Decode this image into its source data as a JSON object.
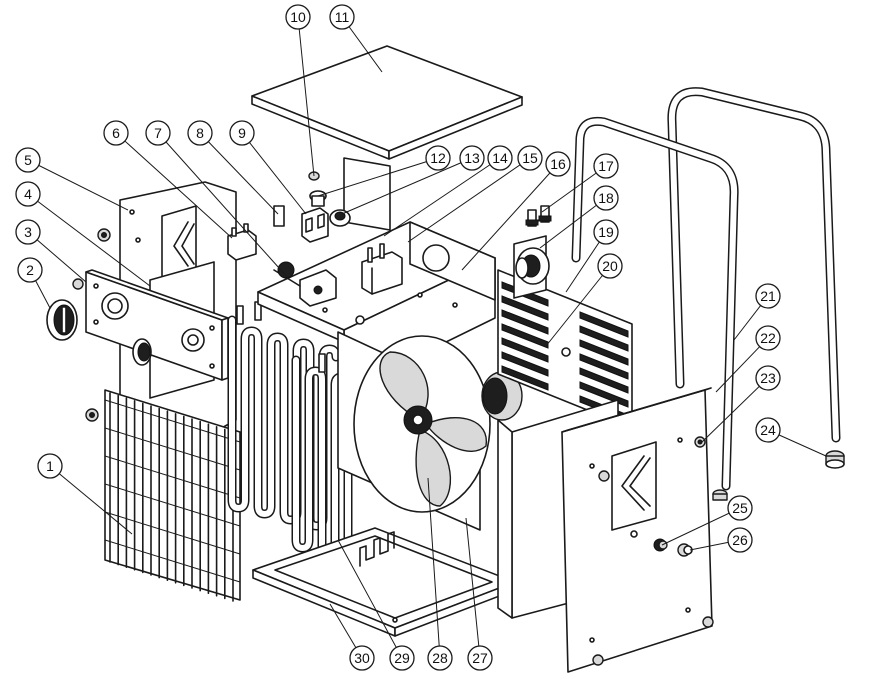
{
  "callouts": [
    {
      "id": "c10",
      "label": "10"
    },
    {
      "id": "c11",
      "label": "11"
    },
    {
      "id": "c12",
      "label": "12"
    },
    {
      "id": "c13",
      "label": "13"
    },
    {
      "id": "c14",
      "label": "14"
    },
    {
      "id": "c15",
      "label": "15"
    },
    {
      "id": "c16",
      "label": "16"
    },
    {
      "id": "c17",
      "label": "17"
    },
    {
      "id": "c18",
      "label": "18"
    },
    {
      "id": "c19",
      "label": "19"
    },
    {
      "id": "c20",
      "label": "20"
    },
    {
      "id": "c21",
      "label": "21"
    },
    {
      "id": "c22",
      "label": "22"
    },
    {
      "id": "c23",
      "label": "23"
    },
    {
      "id": "c24",
      "label": "24"
    },
    {
      "id": "c25",
      "label": "25"
    },
    {
      "id": "c26",
      "label": "26"
    },
    {
      "id": "c27",
      "label": "27"
    },
    {
      "id": "c28",
      "label": "28"
    },
    {
      "id": "c29",
      "label": "29"
    },
    {
      "id": "c30",
      "label": "30"
    },
    {
      "id": "c1",
      "label": "1"
    },
    {
      "id": "c2",
      "label": "2"
    },
    {
      "id": "c3",
      "label": "3"
    },
    {
      "id": "c4",
      "label": "4"
    },
    {
      "id": "c5",
      "label": "5"
    },
    {
      "id": "c6",
      "label": "6"
    },
    {
      "id": "c7",
      "label": "7"
    },
    {
      "id": "c8",
      "label": "8"
    },
    {
      "id": "c9",
      "label": "9"
    }
  ]
}
